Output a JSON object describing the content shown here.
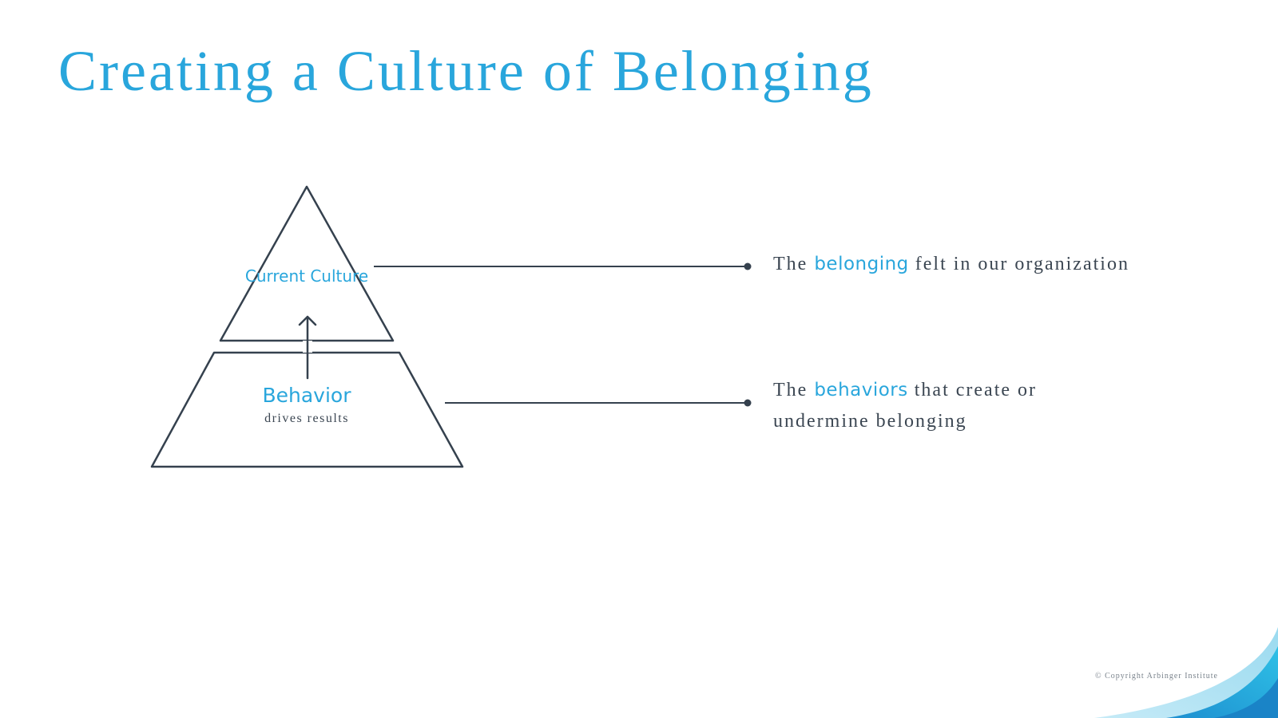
{
  "slide": {
    "title": "Creating a Culture of Belonging"
  },
  "pyramid": {
    "top_label": "Current Culture",
    "bottom_label": "Behavior",
    "bottom_sublabel": "drives results"
  },
  "descriptions": [
    {
      "prefix": "The",
      "highlight": "belonging",
      "suffix": "felt in our organization"
    },
    {
      "prefix": "The",
      "highlight": "behaviors",
      "suffix": "that create or",
      "line2": "undermine belonging"
    }
  ],
  "footer": {
    "copyright": "© Copyright Arbinger Institute"
  },
  "colors": {
    "accent": "#29a6dc",
    "stroke": "#35414e",
    "text": "#3b4652"
  }
}
